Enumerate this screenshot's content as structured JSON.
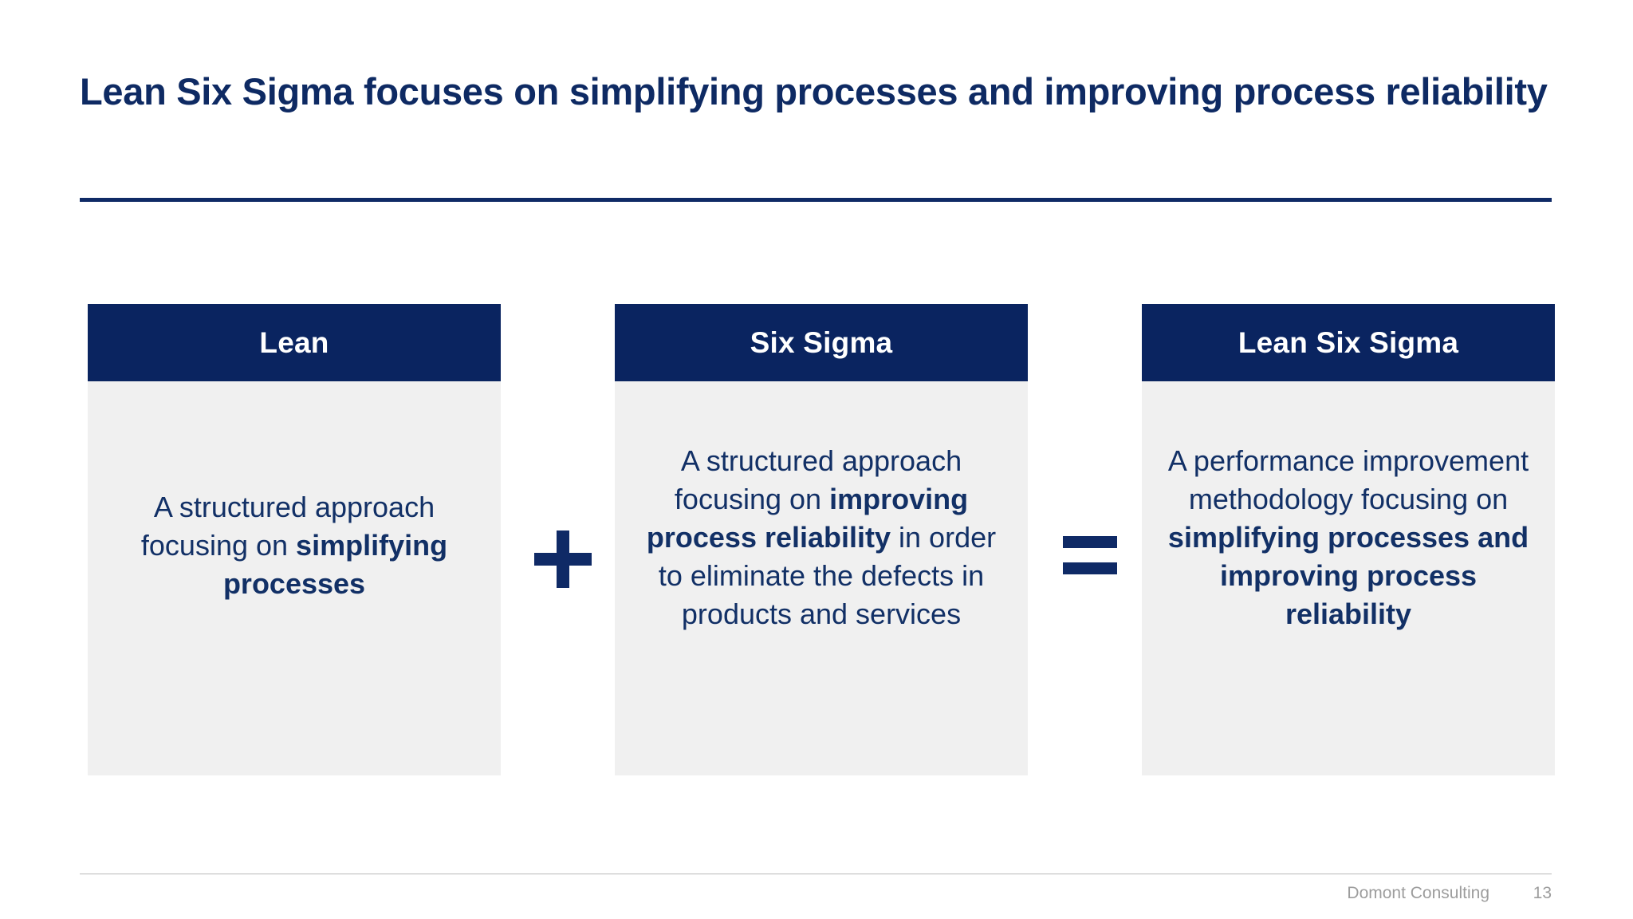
{
  "slide": {
    "title": "Lean Six Sigma focuses on simplifying processes and improving process reliability",
    "accent_navy": "#0a2460",
    "body_gray": "#f0f0f0",
    "text_navy": "#123066",
    "footer_gray": "#9d9d9d"
  },
  "columns": [
    {
      "header": "Lean",
      "body_plain_1": "A structured approach focusing on ",
      "body_bold_1": "simplifying processes",
      "body_plain_2": "",
      "body_full": "A structured approach focusing on simplifying processes"
    },
    {
      "header": "Six Sigma",
      "body_plain_1": "A structured approach focusing on ",
      "body_bold_1": "improving process reliability",
      "body_plain_2": " in order to eliminate the defects in products and services",
      "body_full": "A structured approach focusing on improving process reliability in order to eliminate the defects in products and services"
    },
    {
      "header": "Lean Six Sigma",
      "body_plain_1": "A performance improvement methodology focusing on ",
      "body_bold_1": "simplifying processes and improving process reliability",
      "body_plain_2": "",
      "body_full": "A performance improvement methodology focusing on simplifying processes and improving process reliability"
    }
  ],
  "operators": {
    "plus": "+",
    "equals": "="
  },
  "footer": {
    "company": "Domont Consulting",
    "page_number": "13"
  }
}
